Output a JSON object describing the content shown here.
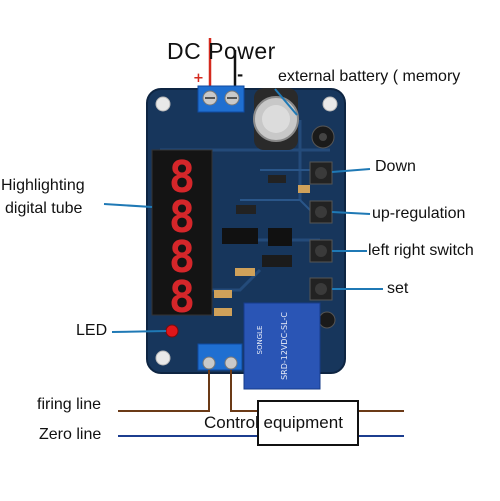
{
  "title": "DC Power",
  "polarity": {
    "plus": "+",
    "minus": "-"
  },
  "labels": {
    "external_battery": "external battery ( memory",
    "highlighting_line1": "Highlighting",
    "highlighting_line2": "digital tube",
    "down": "Down",
    "up_regulation": "up-regulation",
    "left_right_switch": "left right switch",
    "set": "set",
    "led": "LED",
    "firing_line": "firing line",
    "zero_line": "Zero line",
    "control_equipment": "Control equipment"
  },
  "relay_text": "SRD-12VDC-SL-C",
  "relay_brand": "SONGLE",
  "colors": {
    "pcb": "#17365c",
    "pcb_trace": "#244b7a",
    "terminal": "#1f6fd1",
    "display_red": "#d5262a",
    "relay": "#2a55b5",
    "leader": "#1f79b5",
    "wire_positive": "#d42a1e",
    "wire_brown": "#6b3a17",
    "wire_navy": "#1c3d8f"
  },
  "icons": [
    "terminal-screw-icon",
    "coin-battery-icon",
    "button-icon",
    "led-icon",
    "relay-icon"
  ]
}
